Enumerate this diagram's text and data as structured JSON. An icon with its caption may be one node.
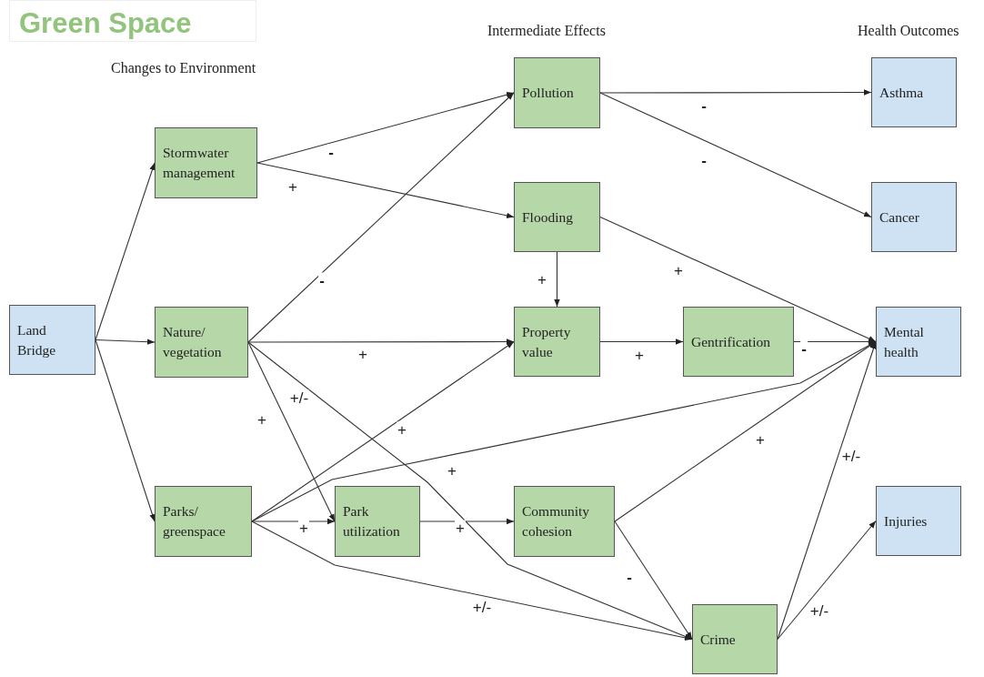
{
  "diagram": {
    "title": "Green Space",
    "nodes": [
      {
        "text": [
          "Land Bridge"
        ]
      },
      {
        "text": [
          "Stormwater management"
        ]
      },
      {
        "text": [
          "Nature/ vegetation"
        ]
      },
      {
        "text": [
          "Parks/ greenspace"
        ]
      },
      {
        "text": [
          "Park utilization"
        ]
      },
      {
        "text": [
          "Pollution"
        ]
      },
      {
        "text": [
          "Flooding"
        ]
      },
      {
        "text": [
          "Property value"
        ]
      },
      {
        "text": [
          "Gentrification"
        ]
      },
      {
        "text": [
          "Community cohesion"
        ]
      },
      {
        "text": [
          "Crime"
        ]
      },
      {
        "text": [
          "Asthma"
        ]
      },
      {
        "text": [
          "Cancer"
        ]
      },
      {
        "text": [
          "Mental health"
        ]
      },
      {
        "text": [
          "Injuries"
        ]
      }
    ],
    "edges": [
      {
        "from": 0,
        "to": 1,
        "arrow": "to"
      },
      {
        "from": 0,
        "to": 2,
        "arrow": "to"
      },
      {
        "from": 0,
        "to": 3,
        "arrow": "to"
      },
      {
        "from": 1,
        "to": 5,
        "arrow": "to",
        "label": "-"
      },
      {
        "from": 1,
        "to": 6,
        "arrow": "to",
        "label": "+"
      },
      {
        "from": 2,
        "to": 5,
        "arrow": "to",
        "label": "-"
      },
      {
        "from": 2,
        "to": 7,
        "arrow": "to",
        "label": "+"
      },
      {
        "from": 2,
        "to": 4,
        "arrow": "to",
        "label": "+"
      },
      {
        "from": 2,
        "to": 10,
        "arrow": "to",
        "label": "+/-"
      },
      {
        "from": 3,
        "to": 7,
        "arrow": "to",
        "label": "+"
      },
      {
        "from": 3,
        "to": 4,
        "arrow": "to",
        "label": "+"
      },
      {
        "from": 3,
        "to": 13,
        "arrow": "to",
        "label": "+"
      },
      {
        "from": 3,
        "to": 10,
        "arrow": "to",
        "label": "+/-"
      },
      {
        "from": 4,
        "to": 9,
        "arrow": "to",
        "label": "+"
      },
      {
        "from": 5,
        "to": 11,
        "arrow": "to",
        "label": "-"
      },
      {
        "from": 5,
        "to": 12,
        "arrow": "to",
        "label": "-"
      },
      {
        "from": 6,
        "to": 7,
        "arrow": "to",
        "label": "+"
      },
      {
        "from": 6,
        "to": 13,
        "arrow": "to",
        "label": "+"
      },
      {
        "from": 7,
        "to": 8,
        "arrow": "to",
        "label": "+"
      },
      {
        "from": 8,
        "to": 13,
        "arrow": "to",
        "label": "-"
      },
      {
        "from": 9,
        "to": 13,
        "arrow": "to",
        "label": "+"
      },
      {
        "from": 9,
        "to": 10,
        "arrow": "to",
        "label": "-"
      },
      {
        "from": 10,
        "to": 13,
        "arrow": "to",
        "label": "+/-"
      },
      {
        "from": 10,
        "to": 14,
        "arrow": "to",
        "label": "+/-"
      }
    ],
    "labels": [
      "Changes to Environment",
      "Intermediate Effects",
      "Health Outcomes"
    ]
  }
}
